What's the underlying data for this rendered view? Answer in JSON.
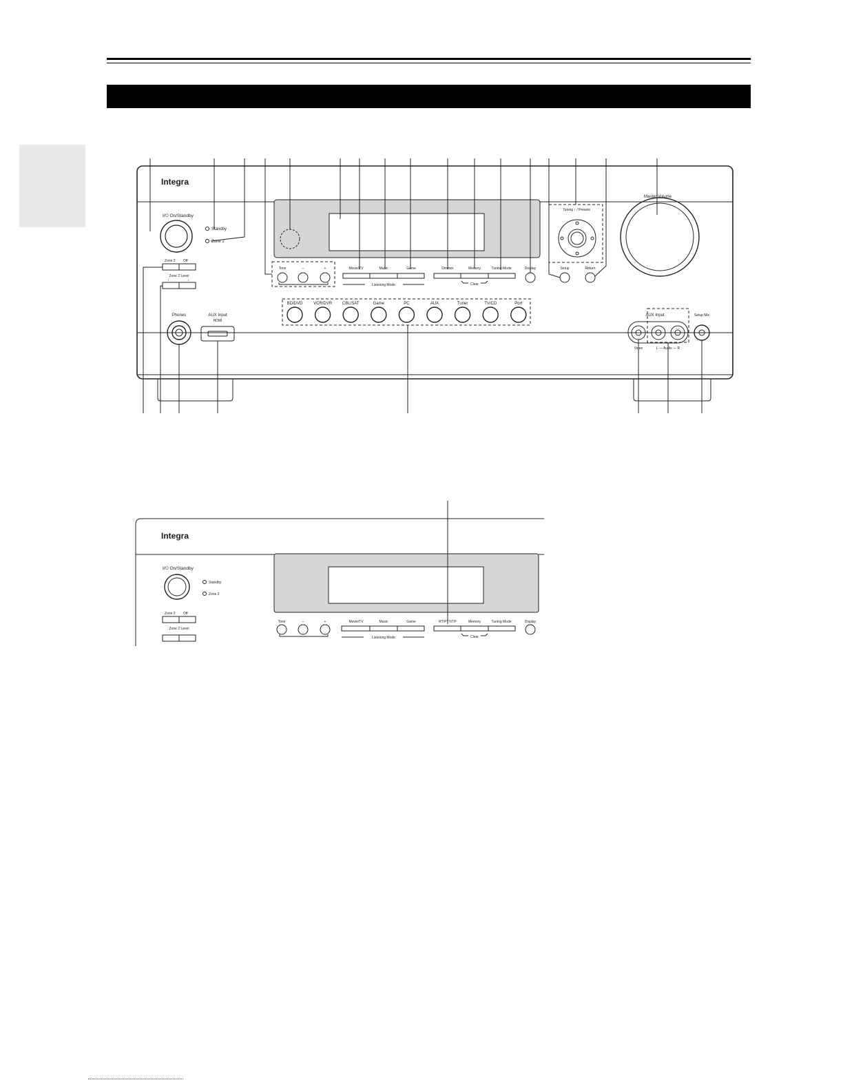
{
  "brand": "Integra",
  "power_label": "I/⏻ On/Standby",
  "indicators": [
    "Standby",
    "Zone 2"
  ],
  "zone2_buttons": [
    "Zone 2",
    "Off"
  ],
  "zone2_level_label": "Zone 2 Level",
  "tone_buttons": [
    "Tone",
    "–",
    "+"
  ],
  "listening_mode": {
    "buttons": [
      "Movie/TV",
      "Music",
      "Game"
    ],
    "caption": "Listening Mode"
  },
  "memory_group_top": {
    "buttons": [
      "Dimmer",
      "Memory",
      "Tuning Mode"
    ],
    "caption": "Clear"
  },
  "memory_group_bottom": {
    "buttons": [
      "RT/PTY/TP",
      "Memory",
      "Tuning Mode"
    ],
    "caption": "Clear"
  },
  "display_label": "Display",
  "tuning_label": "Tuning ↕ / Presets",
  "setup_label": "Setup",
  "return_label": "Return",
  "master_volume_label": "Master Volume",
  "phones_label": "Phones",
  "aux_hdmi": {
    "title": "AUX Input",
    "sub": "HDMI"
  },
  "input_selectors": [
    "BD/DVD",
    "VCR/DVR",
    "CBL/SAT",
    "Game",
    "PC",
    "AUX",
    "Tuner",
    "TV/CD",
    "Port"
  ],
  "aux_input_label": "AUX Input",
  "aux_jacks": {
    "video": "Video",
    "audio": "L — Audio — R"
  },
  "setup_mic_label": "Setup Mic"
}
